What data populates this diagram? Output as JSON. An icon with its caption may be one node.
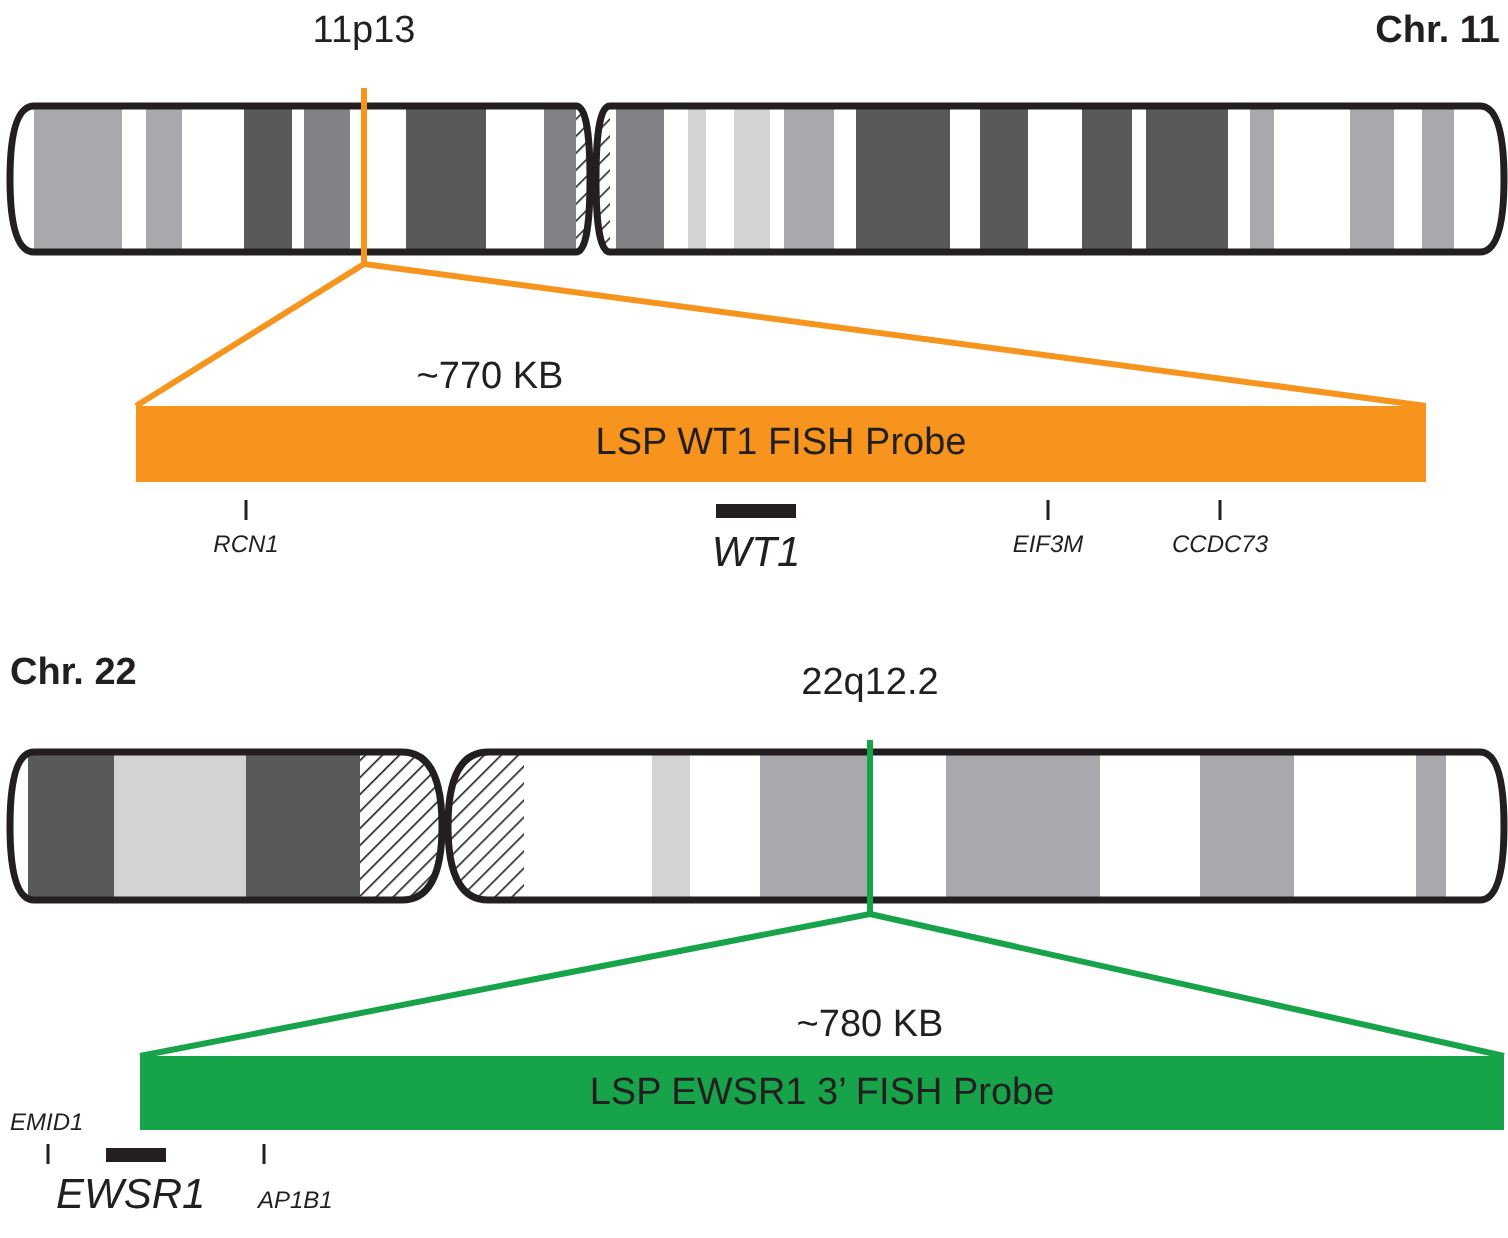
{
  "diagram": {
    "nodes": [
      {
        "text": [],
        "shape": "bar"
      },
      {
        "text": [
          "LSP WT1 FISH Probe"
        ],
        "beside": [
          "~770 KB"
        ]
      },
      {
        "text": [],
        "shape": "bar"
      },
      {
        "text": [
          "LSP EWSR1 3’ FISH Probe"
        ],
        "beside": [
          "~780 KB"
        ]
      }
    ],
    "edges": [
      {
        "from": 0,
        "to": 1,
        "arrow": "none",
        "color": "#f7941d"
      },
      {
        "from": 0,
        "to": 1,
        "arrow": "none",
        "color": "#f7941d"
      },
      {
        "from": 2,
        "to": 3,
        "arrow": "none",
        "color": "#17a34a"
      },
      {
        "from": 2,
        "to": 3,
        "arrow": "none",
        "color": "#17a34a"
      }
    ],
    "labels": [
      "11p13",
      "Chr. 11",
      "RCN1",
      "WT1",
      "EIF3M",
      "CCDC73",
      "Chr. 22",
      "22q12.2",
      "EMID1",
      "EWSR1",
      "AP1B1"
    ]
  }
}
